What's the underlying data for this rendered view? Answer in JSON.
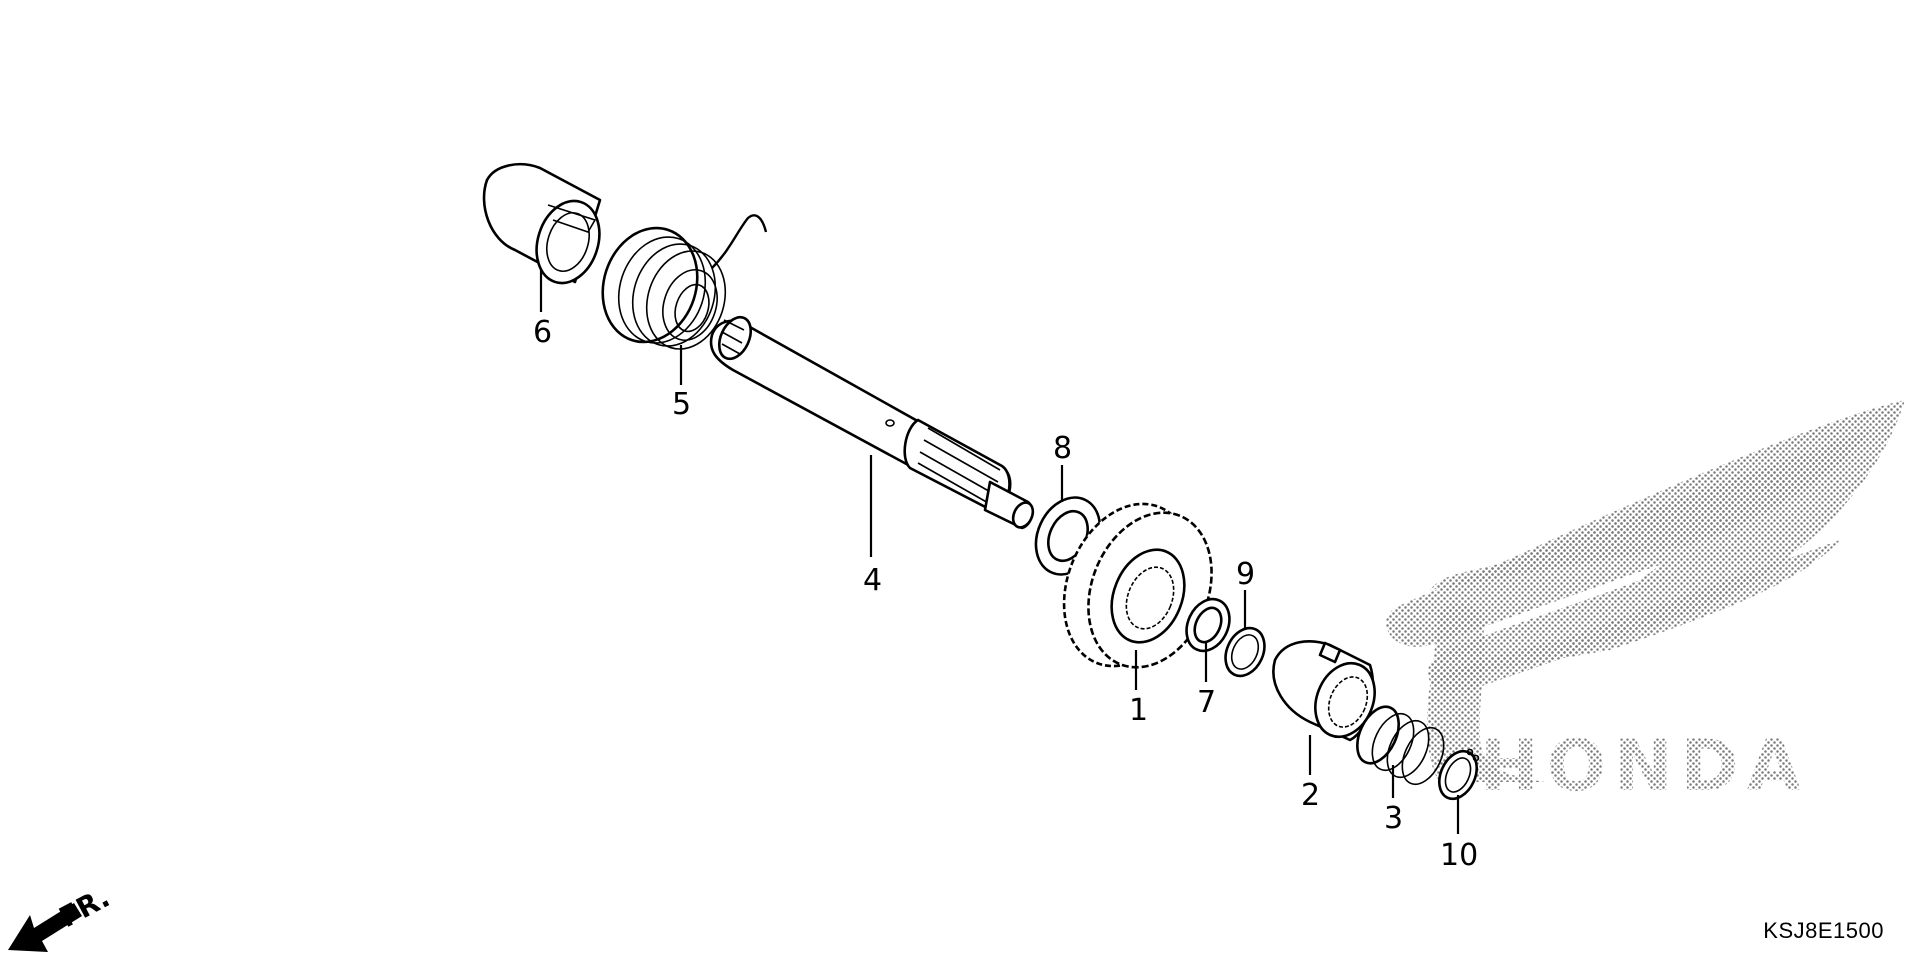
{
  "diagram": {
    "parts": [
      {
        "id": "shaft",
        "number": "4"
      },
      {
        "id": "gear",
        "number": "1"
      },
      {
        "id": "ratchet",
        "number": "2"
      },
      {
        "id": "spring-small",
        "number": "3"
      },
      {
        "id": "spring-large",
        "number": "5"
      },
      {
        "id": "collar",
        "number": "6"
      },
      {
        "id": "washer-7",
        "number": "7"
      },
      {
        "id": "washer-8",
        "number": "8"
      },
      {
        "id": "washer-9",
        "number": "9"
      },
      {
        "id": "circlip",
        "number": "10"
      }
    ],
    "direction_label": "FR.",
    "diagram_code": "KSJ8E1500",
    "watermark_word": "HONDA",
    "colors": {
      "line": "#000000",
      "background": "#ffffff",
      "watermark_dot": "#7a7a7a"
    }
  }
}
